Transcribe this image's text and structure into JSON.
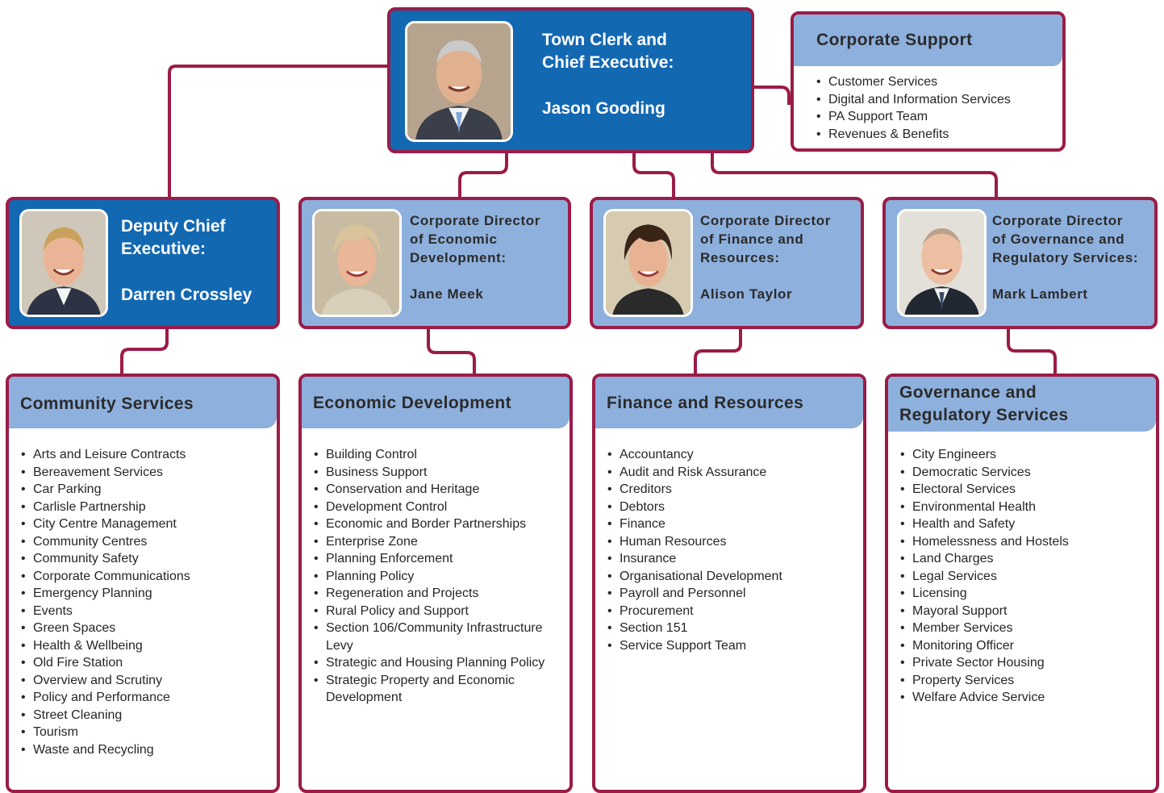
{
  "colors": {
    "border": "#9b1c47",
    "dark_box": "#1368b2",
    "light_box": "#8eb0dd"
  },
  "chief": {
    "title_line1": "Town Clerk and",
    "title_line2": "Chief Executive:",
    "name": "Jason Gooding",
    "photo": "portrait-photo-jason-gooding"
  },
  "corporate_support": {
    "title": "Corporate Support",
    "items": [
      "Customer Services",
      "Digital and Information Services",
      "PA Support Team",
      "Revenues & Benefits"
    ]
  },
  "directors": [
    {
      "title_lines": [
        "Deputy Chief",
        "Executive:"
      ],
      "name": "Darren Crossley",
      "photo": "portrait-photo-darren-crossley"
    },
    {
      "title_lines": [
        "Corporate Director",
        "of Economic",
        "Development:"
      ],
      "name": "Jane Meek",
      "photo": "portrait-photo-jane-meek"
    },
    {
      "title_lines": [
        "Corporate Director",
        "of Finance and",
        "Resources:"
      ],
      "name": "Alison Taylor",
      "photo": "portrait-photo-alison-taylor"
    },
    {
      "title_lines": [
        "Corporate Director",
        "of Governance and",
        "Regulatory Services:"
      ],
      "name": "Mark Lambert",
      "photo": "portrait-photo-mark-lambert"
    }
  ],
  "departments": [
    {
      "title_lines": [
        "Community Services"
      ],
      "items": [
        "Arts and Leisure Contracts",
        "Bereavement Services",
        "Car Parking",
        "Carlisle Partnership",
        "City Centre Management",
        "Community Centres",
        "Community Safety",
        "Corporate Communications",
        "Emergency Planning",
        "Events",
        "Green Spaces",
        "Health & Wellbeing",
        "Old Fire Station",
        "Overview and Scrutiny",
        "Policy and Performance",
        "Street Cleaning",
        "Tourism",
        "Waste and Recycling"
      ]
    },
    {
      "title_lines": [
        "Economic Development"
      ],
      "items": [
        "Building Control",
        "Business Support",
        "Conservation and Heritage",
        "Development Control",
        "Economic and Border Partnerships",
        "Enterprise Zone",
        "Planning Enforcement",
        "Planning Policy",
        "Regeneration and Projects",
        "Rural Policy and Support",
        "Section 106/Community Infrastructure Levy",
        "Strategic and Housing Planning Policy",
        "Strategic Property and Economic Development"
      ]
    },
    {
      "title_lines": [
        "Finance and Resources"
      ],
      "items": [
        "Accountancy",
        "Audit and Risk Assurance",
        "Creditors",
        "Debtors",
        "Finance",
        "Human Resources",
        "Insurance",
        "Organisational Development",
        "Payroll and Personnel",
        "Procurement",
        "Section 151",
        "Service Support Team"
      ]
    },
    {
      "title_lines": [
        "Governance and",
        "Regulatory Services"
      ],
      "items": [
        "City Engineers",
        "Democratic Services",
        "Electoral Services",
        "Environmental Health",
        "Health and Safety",
        "Homelessness and Hostels",
        "Land Charges",
        "Legal Services",
        "Licensing",
        "Mayoral Support",
        "Member Services",
        "Monitoring Officer",
        "Private Sector Housing",
        "Property Services",
        "Welfare Advice Service"
      ]
    }
  ]
}
